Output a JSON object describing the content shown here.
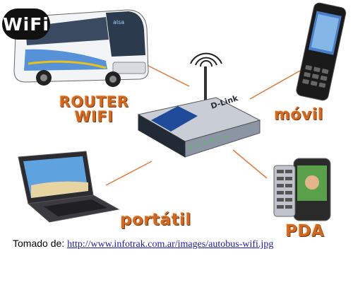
{
  "logo": {
    "text": "WiFi"
  },
  "router": {
    "brand": "D-Link",
    "label_line1": "ROUTER",
    "label_line2": "WIFI"
  },
  "devices": {
    "movil": "móvil",
    "portatil": "portátil",
    "pda": "PDA",
    "bus_text": "alsa"
  },
  "caption": {
    "prefix": "Tomado de: ",
    "link": "http://www.infotrak.com.ar/images/autobus-wifi.jpg"
  },
  "colors": {
    "label_orange": "#d2691e",
    "link_lines": "#e07a3a",
    "link_blue": "#1a1aa8"
  }
}
